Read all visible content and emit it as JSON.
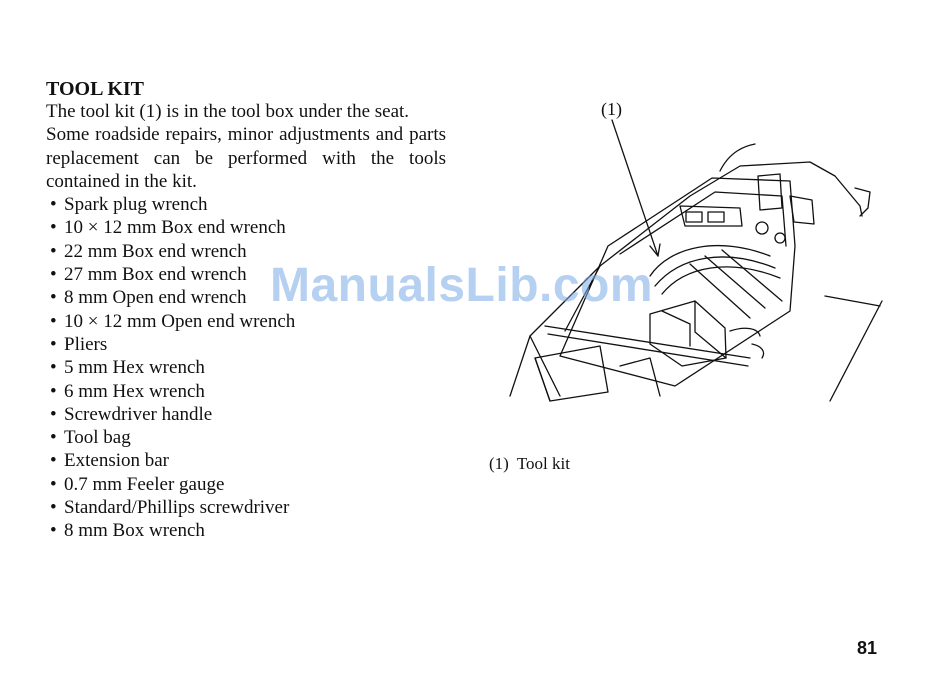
{
  "section": {
    "heading": "TOOL KIT",
    "intro": "The tool kit (1) is in the tool box under the seat.",
    "body": "Some roadside repairs, minor adjustments and parts replacement can be performed with the tools contained in the kit.",
    "bullet_symbol": "•",
    "tools": [
      "Spark plug wrench",
      "10 × 12 mm Box end wrench",
      "22 mm Box end wrench",
      "27 mm Box end wrench",
      "8 mm Open end wrench",
      "10 × 12 mm Open end wrench",
      "Pliers",
      "5 mm Hex wrench",
      "6 mm Hex wrench",
      "Screwdriver handle",
      "Tool bag",
      "Extension bar",
      "0.7 mm Feeler gauge",
      "Standard/Phillips screwdriver",
      "8 mm Box wrench"
    ]
  },
  "figure": {
    "callout": "(1)",
    "caption_number": "(1)",
    "caption_text": "Tool kit"
  },
  "watermark": "ManualsLib.com",
  "page_number": "81"
}
